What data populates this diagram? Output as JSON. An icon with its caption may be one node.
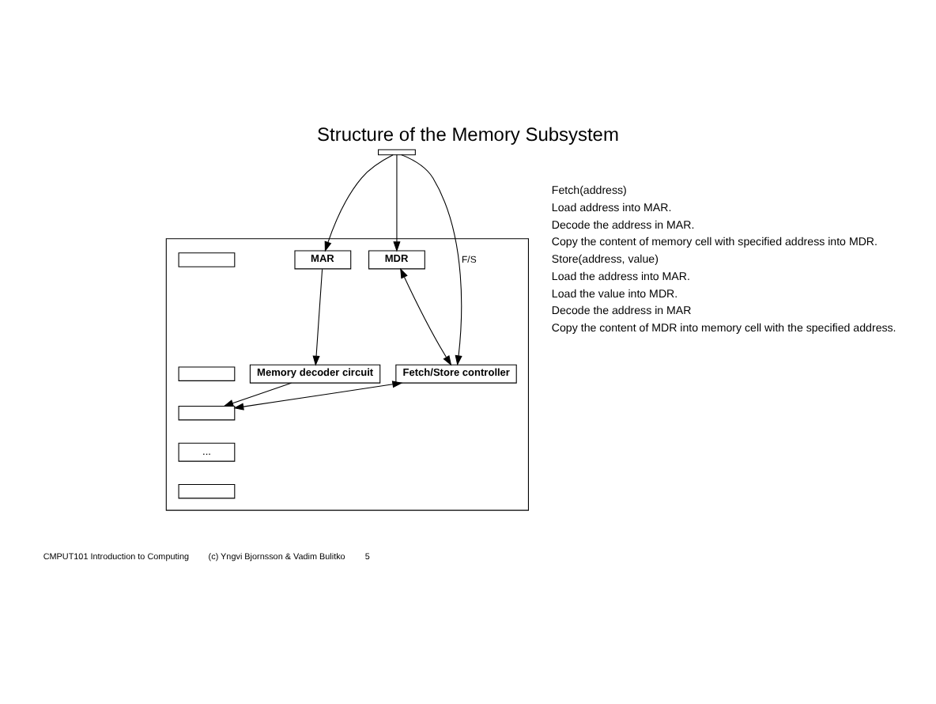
{
  "diagram": {
    "title": "Structure of the Memory Subsystem",
    "nodes": [
      {
        "text": [],
        "shape": "box"
      },
      {
        "text": [],
        "shape": "bar"
      },
      {
        "text": [
          "MAR"
        ],
        "in": 0
      },
      {
        "text": [
          "MDR"
        ],
        "in": 0
      },
      {
        "text": [
          "Memory decoder circuit"
        ],
        "in": 0
      },
      {
        "text": [
          "Fetch/Store controller"
        ],
        "in": 0
      },
      {
        "text": [],
        "shape": "box",
        "in": 0
      },
      {
        "text": [],
        "shape": "box",
        "in": 0
      },
      {
        "text": [],
        "shape": "box",
        "in": 0
      },
      {
        "text": [
          "..."
        ],
        "in": 0
      },
      {
        "text": [],
        "shape": "box",
        "in": 0
      }
    ],
    "edges": [
      {
        "from": 1,
        "to": 2,
        "arrow": "to"
      },
      {
        "from": 1,
        "to": 3,
        "arrow": "to"
      },
      {
        "from": 1,
        "to": 5,
        "arrow": "to",
        "label": "F/S"
      },
      {
        "from": 3,
        "to": 5,
        "arrow": "both"
      },
      {
        "from": 2,
        "to": 4,
        "arrow": "to"
      },
      {
        "from": 4,
        "to": 8,
        "arrow": "to"
      },
      {
        "from": 5,
        "to": 8,
        "arrow": "both"
      }
    ],
    "labels": [
      "Fetch(address)",
      "Load address into MAR.",
      "Decode the address in MAR.",
      "Copy the content of memory cell with specified address into MDR.",
      "Store(address, value)",
      "Load the address into MAR.",
      "Load the value into MDR.",
      "Decode the address in MAR",
      "Copy the content of MDR into memory cell with the specified address.",
      "CMPUT101 Introduction to Computing",
      "(c) Yngvi Bjornsson & Vadim Bulitko",
      "5"
    ]
  }
}
